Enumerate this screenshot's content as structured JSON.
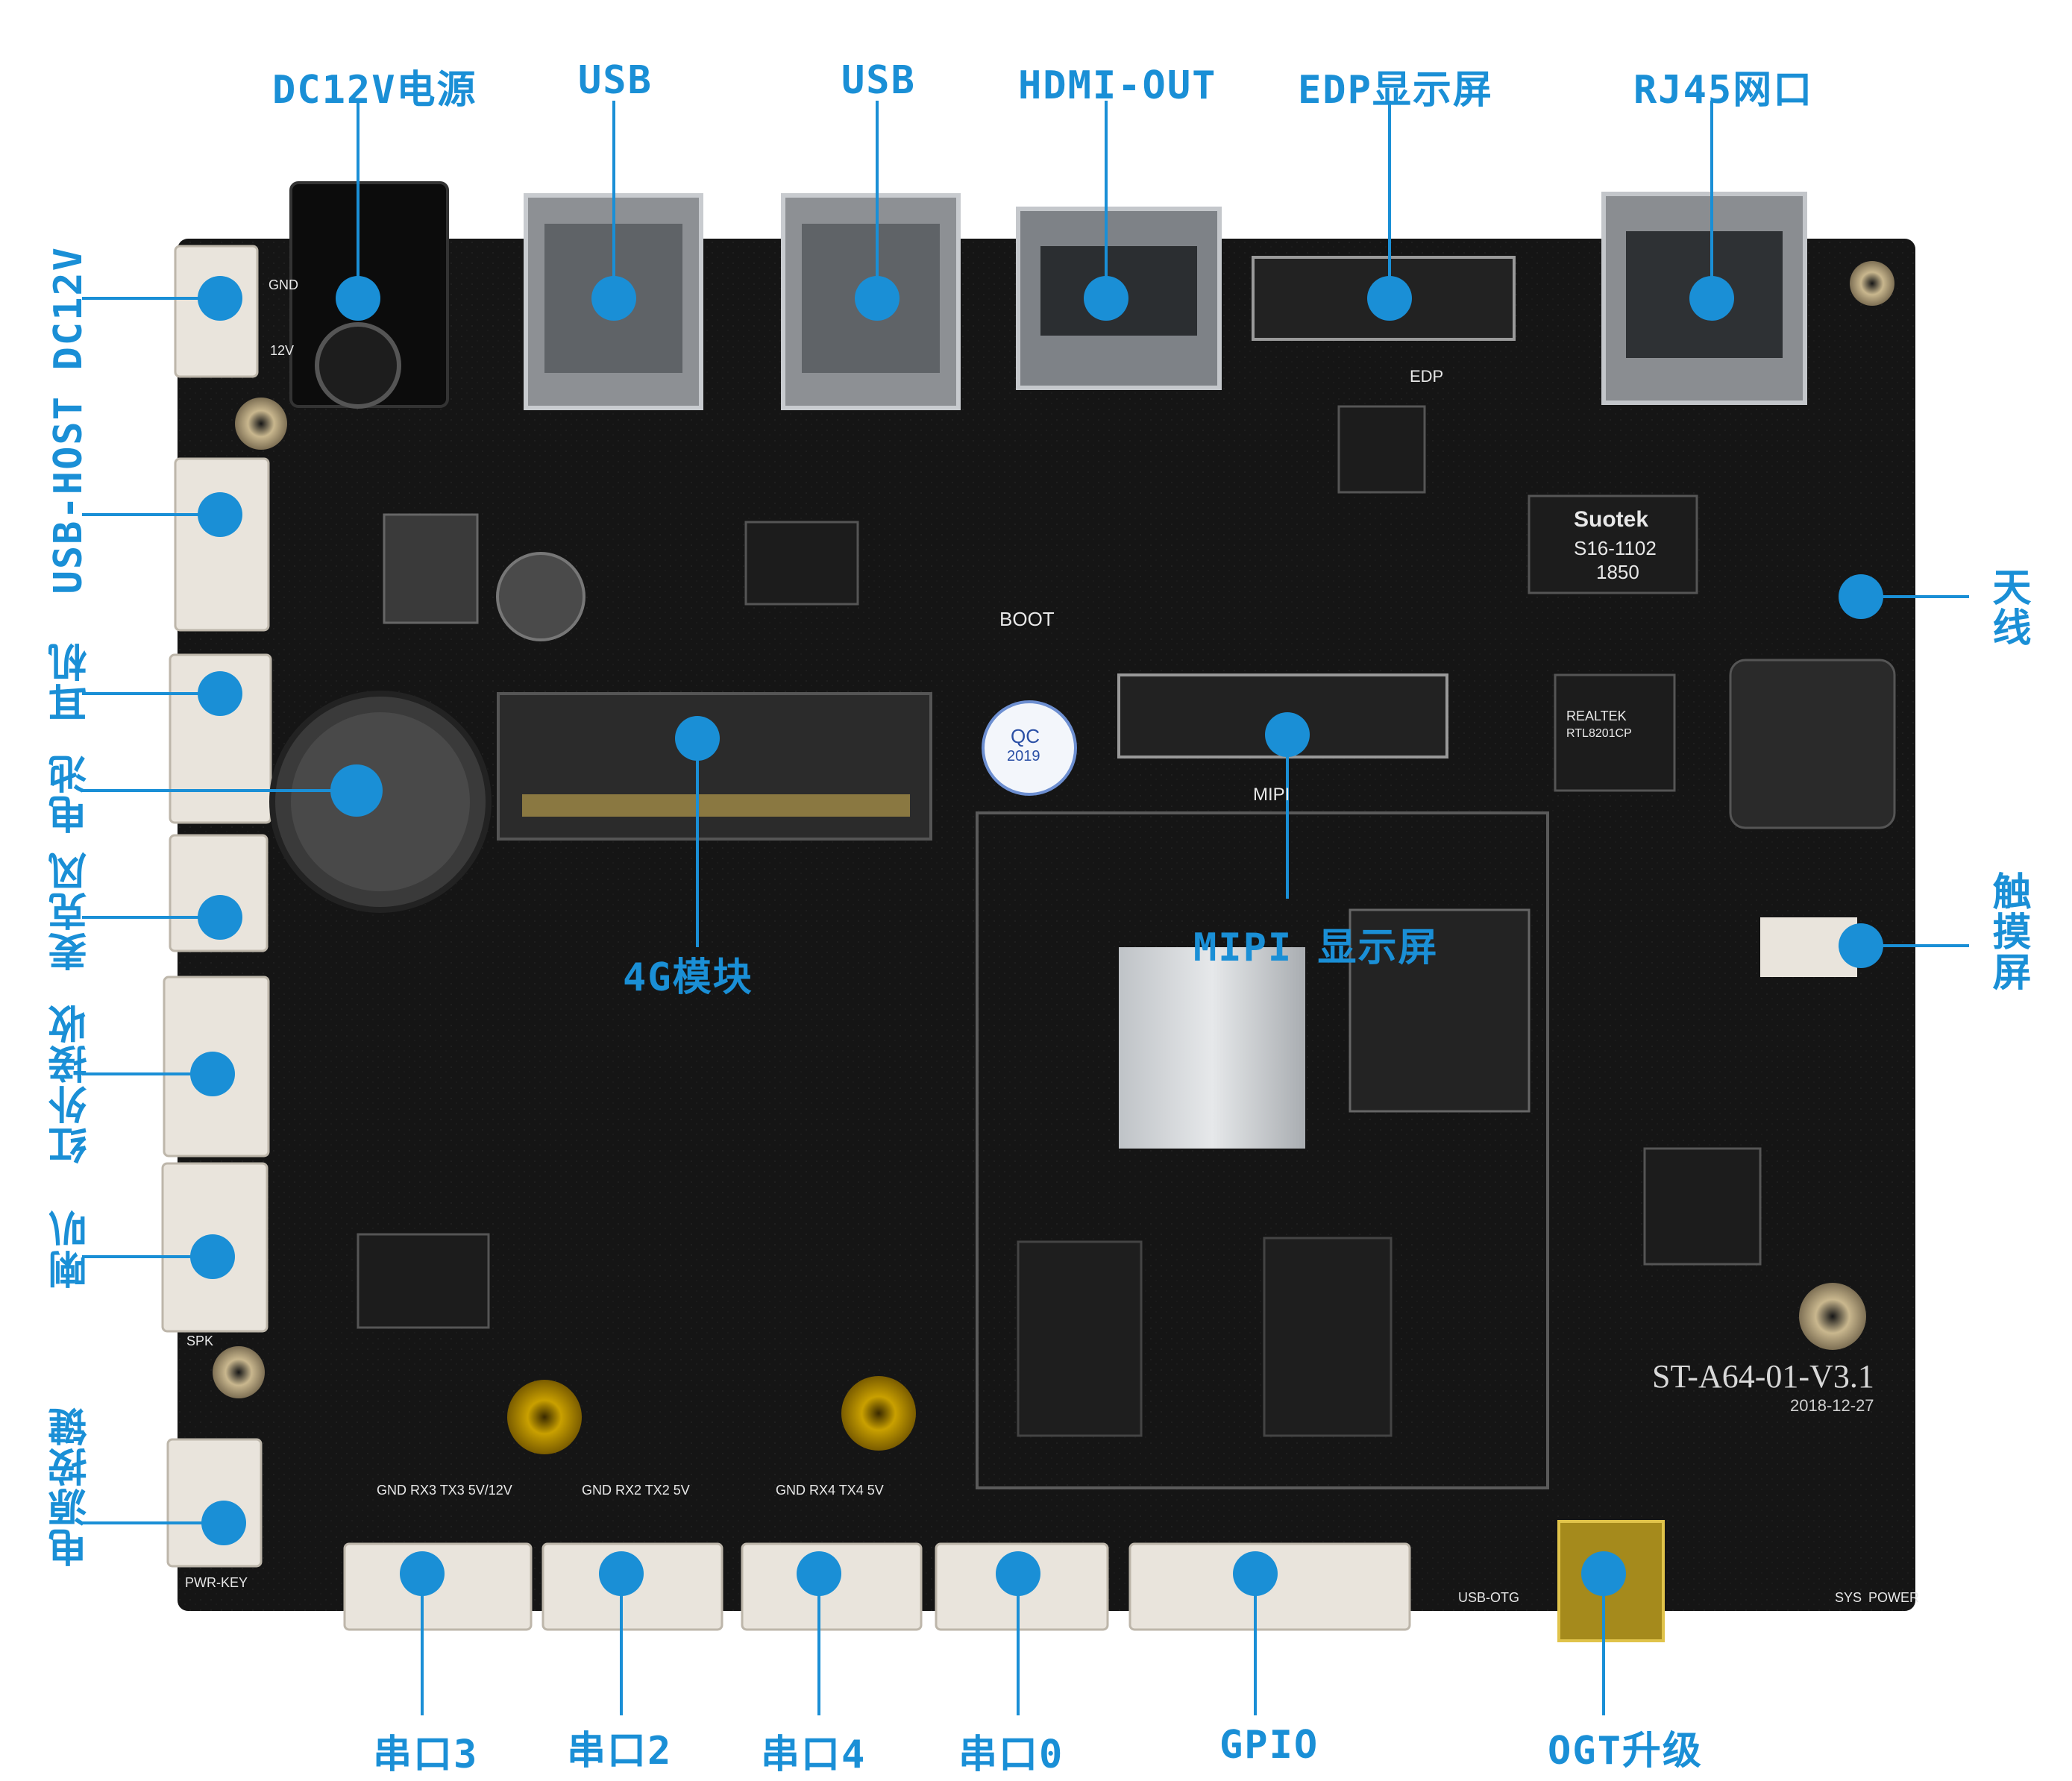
{
  "labels": {
    "dc12v_power": "DC12V电源",
    "usb_a": "USB",
    "usb_b": "USB",
    "hdmi_out": "HDMI-OUT",
    "edp_display": "EDP显示屏",
    "rj45": "RJ45网口",
    "dc12v_side": "DC12V",
    "usb_host": "USB-HOST",
    "earphone": "耳机",
    "battery": "电池",
    "microphone": "麦克风",
    "ir_receiver": "红外接收",
    "speaker": "喇叭",
    "power_key": "电源按键",
    "antenna": "天线",
    "touchscreen": "触摸屏",
    "mipi_display": "MIPI 显示屏",
    "module_4g": "4G模块",
    "uart3": "串口3",
    "uart2": "串口2",
    "uart4": "串口4",
    "uart0": "串口0",
    "gpio": "GPIO",
    "otg_upgrade": "OGT升级"
  },
  "silkscreen": {
    "board_name": "ST-A64-01-V3.1",
    "board_date": "2018-12-27",
    "boot": "BOOT",
    "edp": "EDP",
    "mipi": "MIPI",
    "suotek_brand": "Suotek",
    "suotek_part": "S16-1102",
    "suotek_code": "1850",
    "realtek": "REALTEK",
    "realtek_part": "RTL8201CP",
    "qc": "QC",
    "qc_year": "2019",
    "pwr_key": "PWR-KEY",
    "spk": "SPK",
    "usb_otg": "USB-OTG",
    "sys": "SYS",
    "power": "POWER",
    "gnd": "GND",
    "v12": "12V",
    "uart3_pins": "GND  RX3  TX3  5V/12V",
    "uart2_pins": "GND  RX2  TX2  5V",
    "uart4_pins": "GND  RX4  TX4  5V"
  },
  "colors": {
    "label": "#1a8fd6",
    "dot": "#1a8fd6",
    "pcb": "#141414",
    "connector": "#e9e4dc"
  }
}
